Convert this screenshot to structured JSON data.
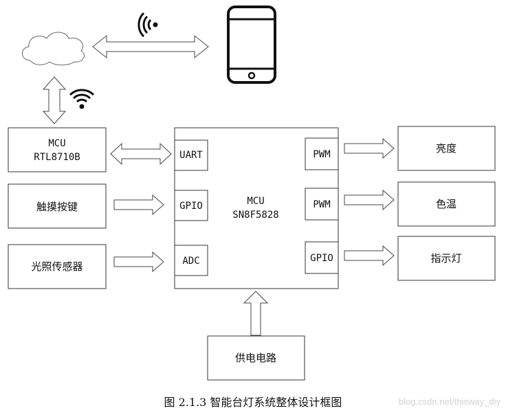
{
  "diagram": {
    "mcu_wifi": {
      "line1": "MCU",
      "line2": "RTL8710B"
    },
    "touch_keys": "触摸按键",
    "light_sensor": "光照传感器",
    "mcu_main": {
      "line1": "MCU",
      "line2": "SN8F5828"
    },
    "ports": {
      "uart": "UART",
      "gpio_in": "GPIO",
      "adc": "ADC",
      "pwm1": "PWM",
      "pwm2": "PWM",
      "gpio_out": "GPIO"
    },
    "brightness": "亮度",
    "color_temp": "色温",
    "indicator": "指示灯",
    "power": "供电电路",
    "icons": {
      "cloud": "cloud-icon",
      "phone": "smartphone-icon",
      "wifi": "wifi-icon"
    }
  },
  "caption": "图 2.1.3 智能台灯系统整体设计框图",
  "watermark": "blog.csdn.net/thisway_diy"
}
